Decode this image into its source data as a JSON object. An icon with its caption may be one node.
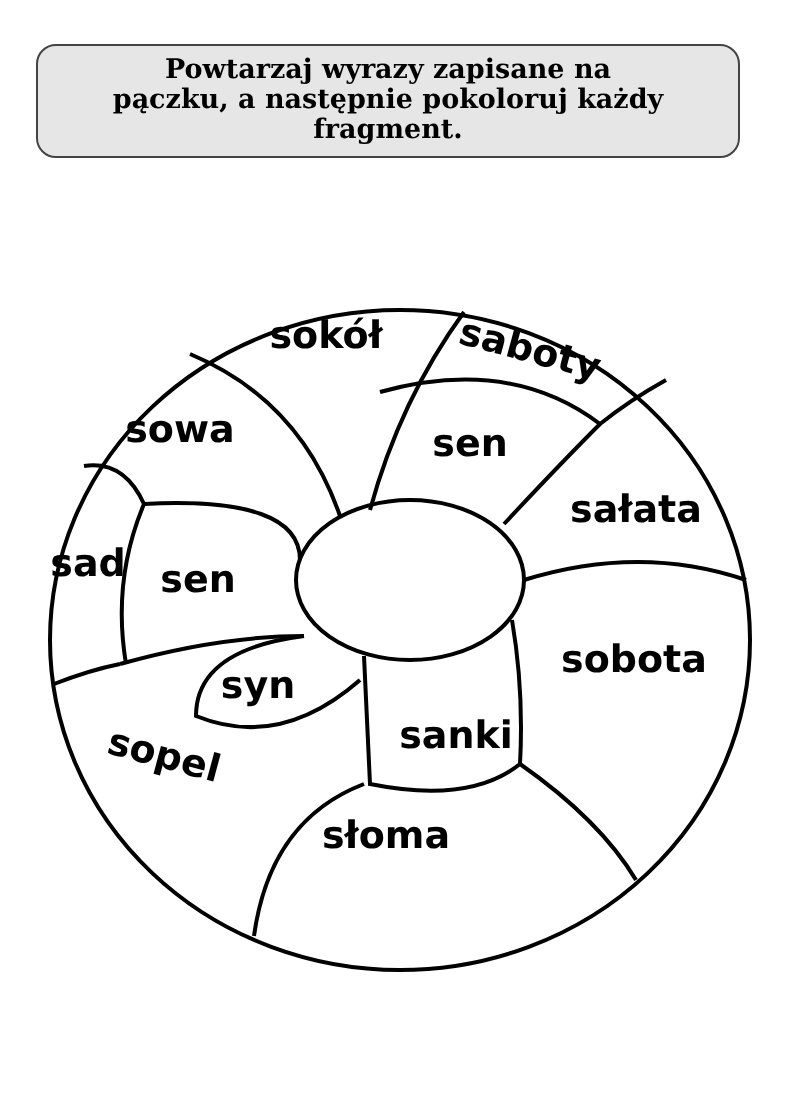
{
  "diagram": {
    "title": "Powtarzaj wyrazy zapisane na pączku, a następnie pokoloruj każdy fragment.",
    "nodes": [
      {
        "text": [
          "sokół"
        ]
      },
      {
        "text": [
          "saboty"
        ]
      },
      {
        "text": [
          "sowa"
        ]
      },
      {
        "text": [
          "sen"
        ]
      },
      {
        "text": [
          "sałata"
        ]
      },
      {
        "text": [
          "sad"
        ]
      },
      {
        "text": [
          "sen"
        ]
      },
      {
        "text": [
          "sobota"
        ]
      },
      {
        "text": [
          "syn"
        ]
      },
      {
        "text": [
          "sanki"
        ]
      },
      {
        "text": [
          "sopel"
        ]
      },
      {
        "text": [
          "słoma"
        ]
      }
    ]
  }
}
